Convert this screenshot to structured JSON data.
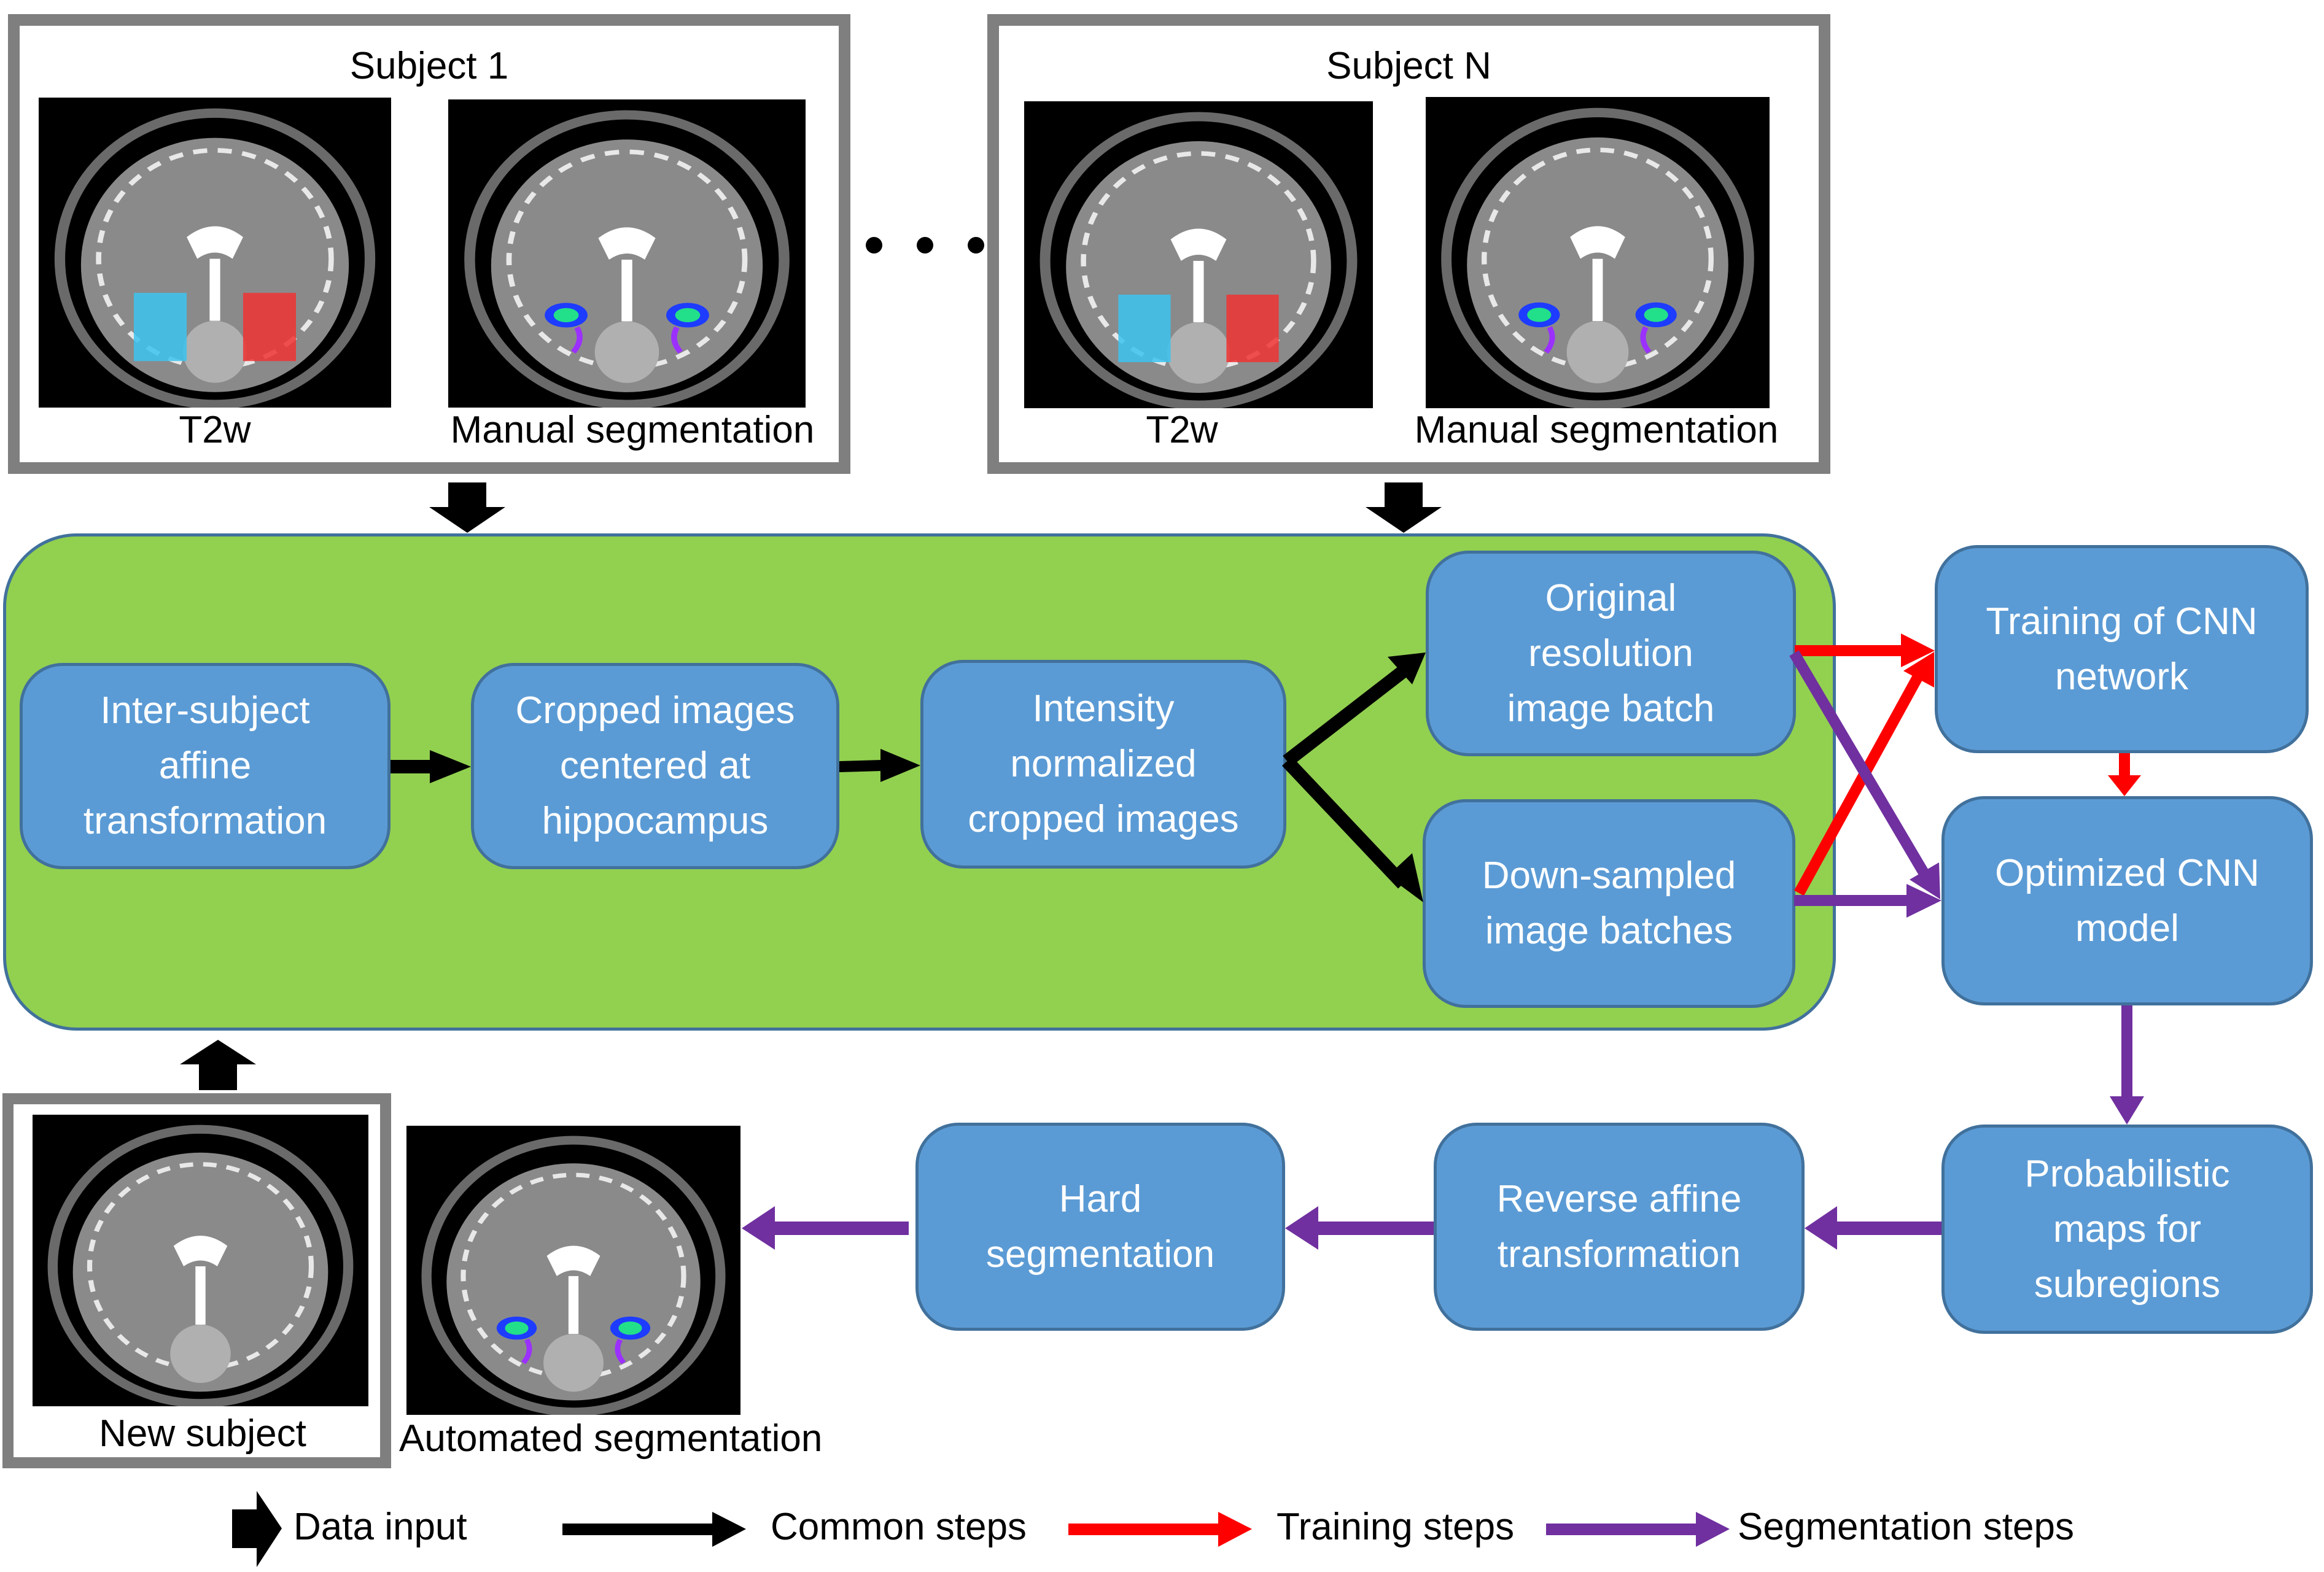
{
  "colors": {
    "frame_border": "#7f7f7f",
    "panel_green": "#92d050",
    "step_blue": "#5b9bd5",
    "step_border": "#41719c",
    "common_arrow": "#000000",
    "training_arrow": "#ff0000",
    "segmentation_arrow": "#7030a0",
    "left_roi": "#3cc3f0",
    "right_roi": "#f03232"
  },
  "subjects": [
    {
      "title": "Subject 1",
      "image_captions": [
        "T2w",
        "Manual segmentation"
      ]
    },
    {
      "title": "Subject N",
      "image_captions": [
        "T2w",
        "Manual segmentation"
      ]
    }
  ],
  "ellipsis": "• • •",
  "common_steps": [
    {
      "id": "inter_subject",
      "label": "Inter-subject affine transformation",
      "lines": [
        "Inter-subject",
        "affine",
        "transformation"
      ]
    },
    {
      "id": "cropped",
      "label": "Cropped images centered at hippocampus",
      "lines": [
        "Cropped images",
        "centered at",
        "hippocampus"
      ]
    },
    {
      "id": "intensity",
      "label": "Intensity normalized cropped images",
      "lines": [
        "Intensity",
        "normalized",
        "cropped images"
      ]
    },
    {
      "id": "original_batch",
      "label": "Original resolution image batch",
      "lines": [
        "Original",
        "resolution",
        "image batch"
      ]
    },
    {
      "id": "downsampled_batch",
      "label": "Down-sampled image batches",
      "lines": [
        "Down-sampled",
        "image batches"
      ]
    }
  ],
  "training_steps": [
    {
      "id": "training",
      "label": "Training of CNN network",
      "lines": [
        "Training of CNN",
        "network"
      ]
    },
    {
      "id": "optimized",
      "label": "Optimized CNN model",
      "lines": [
        "Optimized CNN",
        "model"
      ]
    }
  ],
  "segmentation_steps": [
    {
      "id": "probabilistic",
      "label": "Probabilistic maps for subregions",
      "lines": [
        "Probabilistic",
        "maps for",
        "subregions"
      ]
    },
    {
      "id": "reverse_affine",
      "label": "Reverse affine transformation",
      "lines": [
        "Reverse affine",
        "transformation"
      ]
    },
    {
      "id": "hard_seg",
      "label": "Hard segmentation",
      "lines": [
        "Hard",
        "segmentation"
      ]
    }
  ],
  "new_subject": {
    "caption": "New subject"
  },
  "automated": {
    "caption": "Automated segmentation"
  },
  "legend": [
    {
      "type": "data_input",
      "label": "Data input"
    },
    {
      "type": "common",
      "label": "Common steps"
    },
    {
      "type": "training",
      "label": "Training steps"
    },
    {
      "type": "segmentation",
      "label": "Segmentation steps"
    }
  ]
}
